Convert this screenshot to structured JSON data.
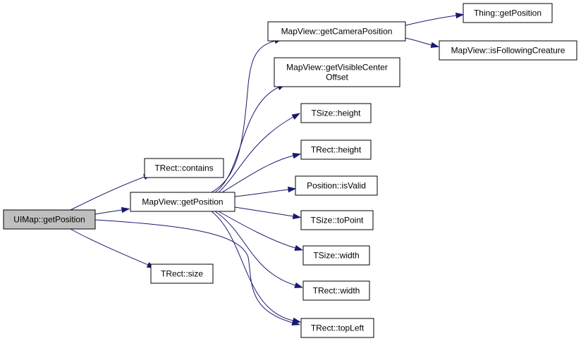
{
  "colors": {
    "edge": "#191970",
    "root_fill": "#bfbfbf",
    "node_fill": "#ffffff",
    "border": "#000000"
  },
  "nodes": [
    {
      "id": "uimap_getposition",
      "lines": [
        "UIMap::getPosition"
      ],
      "root": true
    },
    {
      "id": "trect_contains",
      "lines": [
        "TRect::contains"
      ]
    },
    {
      "id": "mapview_getposition",
      "lines": [
        "MapView::getPosition"
      ]
    },
    {
      "id": "trect_size",
      "lines": [
        "TRect::size"
      ]
    },
    {
      "id": "mapview_getcameraposition",
      "lines": [
        "MapView::getCameraPosition"
      ]
    },
    {
      "id": "mapview_getvisiblecenteroffset",
      "lines": [
        "MapView::getVisibleCenter",
        "Offset"
      ]
    },
    {
      "id": "tsize_height",
      "lines": [
        "TSize::height"
      ]
    },
    {
      "id": "trect_height",
      "lines": [
        "TRect::height"
      ]
    },
    {
      "id": "position_isvalid",
      "lines": [
        "Position::isValid"
      ]
    },
    {
      "id": "tsize_topoint",
      "lines": [
        "TSize::toPoint"
      ]
    },
    {
      "id": "tsize_width",
      "lines": [
        "TSize::width"
      ]
    },
    {
      "id": "trect_width",
      "lines": [
        "TRect::width"
      ]
    },
    {
      "id": "trect_topleft",
      "lines": [
        "TRect::topLeft"
      ]
    },
    {
      "id": "thing_getposition",
      "lines": [
        "Thing::getPosition"
      ]
    },
    {
      "id": "mapview_isfollowingcreature",
      "lines": [
        "MapView::isFollowingCreature"
      ]
    }
  ],
  "edges": [
    {
      "from": "uimap_getposition",
      "to": "trect_contains"
    },
    {
      "from": "uimap_getposition",
      "to": "mapview_getposition"
    },
    {
      "from": "uimap_getposition",
      "to": "trect_size"
    },
    {
      "from": "uimap_getposition",
      "to": "trect_topleft"
    },
    {
      "from": "mapview_getposition",
      "to": "mapview_getcameraposition"
    },
    {
      "from": "mapview_getposition",
      "to": "mapview_getvisiblecenteroffset"
    },
    {
      "from": "mapview_getposition",
      "to": "tsize_height"
    },
    {
      "from": "mapview_getposition",
      "to": "trect_height"
    },
    {
      "from": "mapview_getposition",
      "to": "position_isvalid"
    },
    {
      "from": "mapview_getposition",
      "to": "tsize_topoint"
    },
    {
      "from": "mapview_getposition",
      "to": "tsize_width"
    },
    {
      "from": "mapview_getposition",
      "to": "trect_width"
    },
    {
      "from": "mapview_getposition",
      "to": "trect_topleft"
    },
    {
      "from": "mapview_getcameraposition",
      "to": "thing_getposition"
    },
    {
      "from": "mapview_getcameraposition",
      "to": "mapview_isfollowingcreature"
    }
  ]
}
